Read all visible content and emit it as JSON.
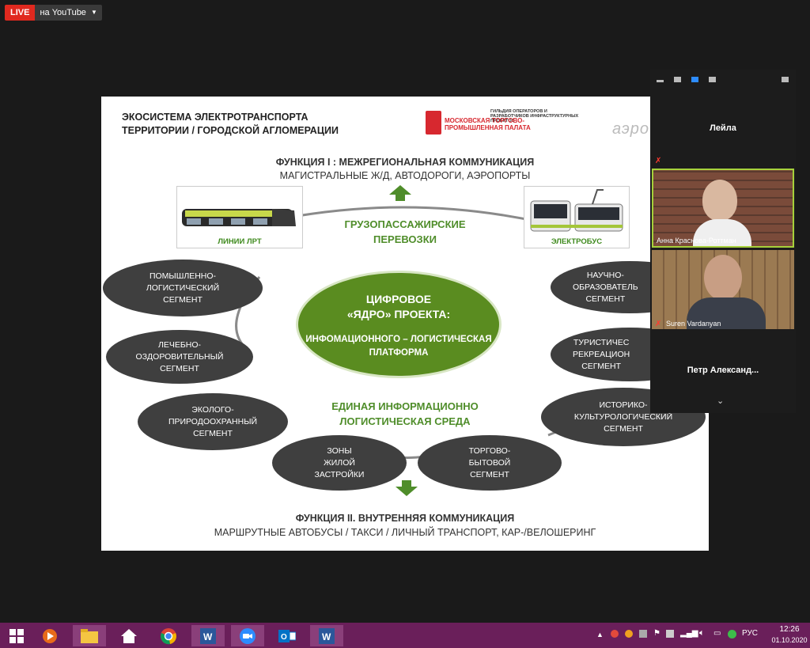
{
  "live": {
    "badge": "LIVE",
    "target": "на YouTube"
  },
  "slide": {
    "title_line1": "ЭКОСИСТЕМА ЭЛЕКТРОТРАНСПОРТА",
    "title_line2": "ТЕРРИТОРИИ / ГОРОДСКОЙ АГЛОМЕРАЦИИ",
    "logo_small": "ГИЛЬДИЯ ОПЕРАТОРОВ И РАЗРАБОТЧИКОВ ИНФРАСТРУКТУРНЫХ ПРОЕКТОВ",
    "logo_red": "МОСКОВСКАЯ ТОРГОВО-ПРОМЫШЛЕННАЯ ПАЛАТА",
    "aero": "аэро",
    "fn1": "ФУНКЦИЯ I :  МЕЖРЕГИОНАЛЬНАЯ КОММУНИКАЦИЯ",
    "fn1_sub": "МАГИСТРАЛЬНЫЕ Ж/Д, АВТОДОРОГИ, АЭРОПОРТЫ",
    "lrt_label": "ЛИНИИ ЛРТ",
    "bus_label": "ЭЛЕКТРОБУС",
    "cargo": "ГРУЗОПАССАЖИРСКИЕ\nПЕРЕВОЗКИ",
    "core_a": "ЦИФРОВОЕ\n«ЯДРО» ПРОЕКТА:",
    "core_b": "ИНФОМАЦИОННОГО – ЛОГИСТИЧЕСКАЯ\nПЛАТФОРМА",
    "env": "ЕДИНАЯ ИНФОРМАЦИОННО\nЛОГИСТИЧЕСКАЯ СРЕДА",
    "fn2": "ФУНКЦИЯ  II.  ВНУТРЕННЯЯ КОММУНИКАЦИЯ",
    "fn2_sub": "МАРШРУТНЫЕ АВТОБУСЫ / ТАКСИ /  ЛИЧНЫЙ ТРАНСПОРТ, КАР-/ВЕЛОШЕРИНГ",
    "segments": {
      "s1": "ПОМЫШЛЕННО-\nЛОГИСТИЧЕСКИЙ\nСЕГМЕНТ",
      "s2": "ЛЕЧЕБНО-\nОЗДОРОВИТЕЛЬНЫЙ\nСЕГМЕНТ",
      "s3": "ЭКОЛОГО-\nПРИРОДООХРАННЫЙ\nСЕГМЕНТ",
      "s4": "ЗОНЫ\nЖИЛОЙ\nЗАСТРОЙКИ",
      "s5": "ТОРГОВО-\nБЫТОВОЙ\nСЕГМЕНТ",
      "s6": "ИСТОРИКО-\nКУЛЬТУРОЛОГИЧЕСКИЙ\nСЕГМЕНТ",
      "s7": "ТУРИСТИЧЕС\nРЕКРЕАЦИОН\nСЕГМЕНТ",
      "s8": "НАУЧНО-\nОБРАЗОВАТЕЛЬ\nСЕГМЕНТ"
    }
  },
  "video": {
    "top_name": "Лейла",
    "tile1_name": "Анна Краснова-Роттман",
    "tile2_name": "Suren Vardanyan",
    "bottom_name": "Петр  Александ..."
  },
  "tray": {
    "lang": "РУС",
    "time": "12:26",
    "date": "01.10.2020"
  },
  "colors": {
    "taskbar": "#6a1f5a",
    "green": "#5a8c20",
    "segment": "#3f3f3f",
    "live": "#e0291f"
  }
}
